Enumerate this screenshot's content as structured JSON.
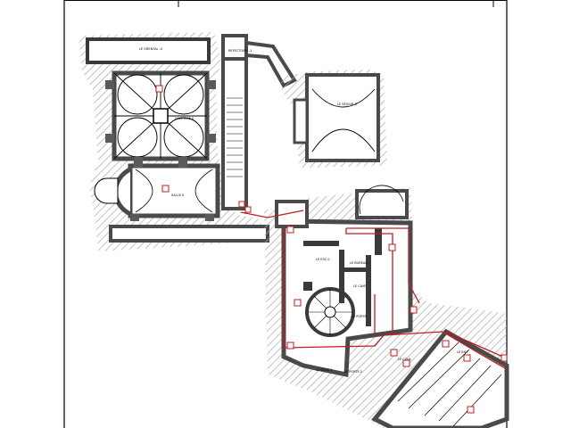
{
  "drawing": {
    "sheet_title": "Floor plan",
    "colors": {
      "wall_fill": "#7a7a7a",
      "wall_dark": "#3a3a3a",
      "hatch": "#9a9a9a",
      "route": "#c8191e",
      "line": "#000000",
      "paper": "#ffffff"
    },
    "room_labels": [
      "LE GRENTAL -0",
      "LE SÉJOUR 0",
      "CHAPELLE 0",
      "SALLE 0",
      "REFECTOIRE -1",
      "LE ESC 0",
      "LE BUREAU",
      "LE CAVE",
      "LE PORTE",
      "LE PORTE 2",
      "LE SOUS 1",
      "LE COUL",
      "LE ENT"
    ],
    "icons": [
      "exit-sign-icon",
      "fire-extinguisher-icon",
      "alarm-point-icon"
    ]
  }
}
